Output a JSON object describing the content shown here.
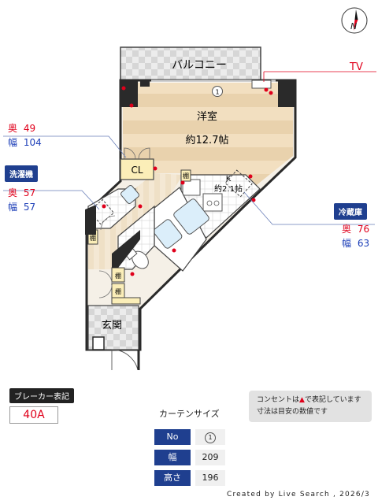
{
  "compass": {
    "label": "N"
  },
  "rooms": {
    "balcony": "バルコニー",
    "western_room": "洋室",
    "western_room_size": "約12.7帖",
    "closet": "CL",
    "kitchen": "K",
    "kitchen_size": "約2.1帖",
    "shelf": "棚",
    "entrance": "玄関",
    "window_marker": "1"
  },
  "tv_label": "TV",
  "closet_dims": {
    "depth_label": "奥",
    "depth": "49",
    "width_label": "幅",
    "width": "104"
  },
  "washer": {
    "title": "洗濯機",
    "depth_label": "奥",
    "depth": "57",
    "width_label": "幅",
    "width": "57"
  },
  "fridge": {
    "title": "冷蔵庫",
    "depth_label": "奥",
    "depth": "76",
    "width_label": "幅",
    "width": "63"
  },
  "breaker": {
    "title": "ブレーカー表記",
    "value": "40A"
  },
  "notes": {
    "line1_before": "コンセントは",
    "line1_symbol": "▲",
    "line1_after": "で表記しています",
    "line2": "寸法は目安の数値です"
  },
  "curtain": {
    "title": "カーテンサイズ",
    "rows": [
      {
        "label": "No",
        "value": "1"
      },
      {
        "label": "幅",
        "value": "209"
      },
      {
        "label": "高さ",
        "value": "196"
      }
    ]
  },
  "footer": "Created by Live Search , 2026/3",
  "colors": {
    "accent_blue": "#1f3f8f",
    "accent_red": "#e0001b",
    "wall": "#2a2a2a",
    "floor_wood": "#e9d2ad"
  }
}
